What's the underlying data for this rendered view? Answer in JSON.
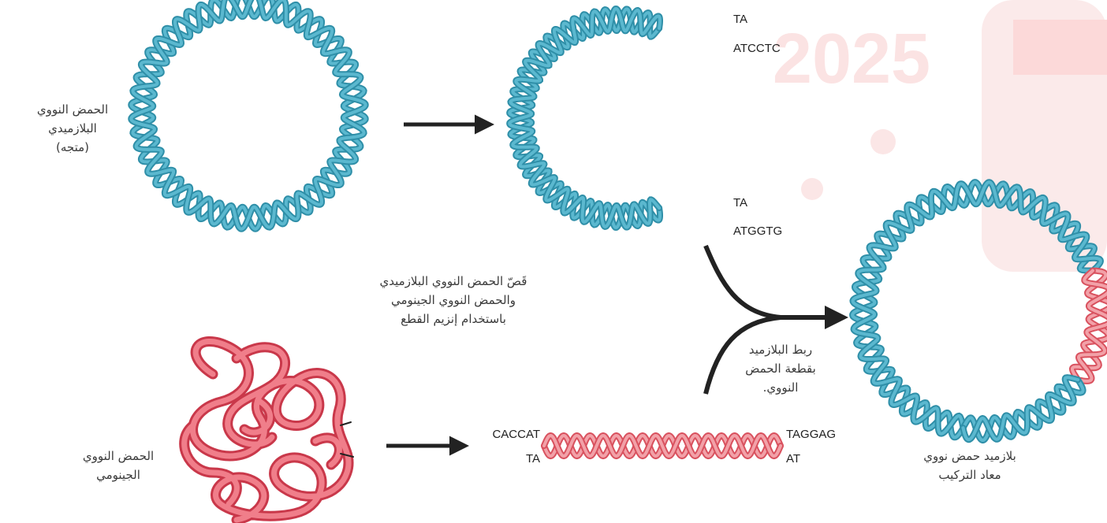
{
  "watermark": {
    "year": "2025"
  },
  "labels": {
    "plasmid": "الحمض النووي\nالبلازميدي\n(متجه)",
    "cutting": "قَصّ الحمض النووي البلازميدي\nوالحمض النووي الجينومي\nباستخدام إنزيم القطع",
    "ligation": "ربط البلازميد\nبقطعة الحمض\nالنووي.",
    "genomic": "الحمض النووي\nالجينومي",
    "recombinant": "بلازميد حمض نووي\nمعاد التركيب"
  },
  "sequences": {
    "open_top_1": "TA",
    "open_top_2": "ATCCTC",
    "open_bottom_1": "TA",
    "open_bottom_2": "ATGGTG",
    "frag_left_top": "CACCAT",
    "frag_left_bottom": "TA",
    "frag_right_top": "TAGGAG",
    "frag_right_bottom": "AT"
  },
  "colors": {
    "dna_blue": "#5bb8cf",
    "dna_blue_dark": "#2f8fa8",
    "dna_red": "#d9525f",
    "dna_red_light": "#f2a1a8",
    "arrow": "#222222",
    "watermark": "#fbe3e3"
  }
}
